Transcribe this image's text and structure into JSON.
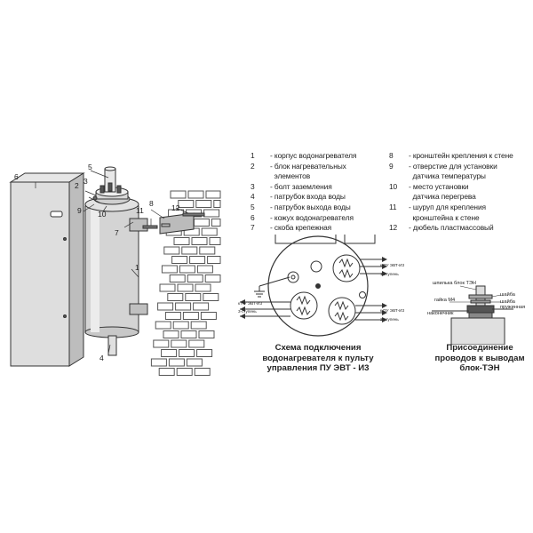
{
  "legend_left": [
    {
      "num": "1",
      "text": "- корпус водонагревателя"
    },
    {
      "num": "2",
      "text": "- блок нагревательных\n  элементов"
    },
    {
      "num": "3",
      "text": "- болт заземления"
    },
    {
      "num": "4",
      "text": "- патрубок входа воды"
    },
    {
      "num": "5",
      "text": "- патрубок выхода воды"
    },
    {
      "num": "6",
      "text": "- кожух водонагревателя"
    },
    {
      "num": "7",
      "text": "- скоба крепежная"
    }
  ],
  "legend_right": [
    {
      "num": "8",
      "text": "- кронштейн крепления к стене"
    },
    {
      "num": "9",
      "text": "- отверстие для установки\n  датчика температуры"
    },
    {
      "num": "10",
      "text": "- место установки\n  датчика перегрева"
    },
    {
      "num": "11",
      "text": "- шуруп для крепления\n  кронштейна к стене"
    },
    {
      "num": "12",
      "text": "- дюбель пластмассовый"
    }
  ],
  "callouts": {
    "c1": "1",
    "c2": "2",
    "c3": "3",
    "c4": "4",
    "c5": "5",
    "c6": "6",
    "c7": "7",
    "c8": "8",
    "c9": "9",
    "c10": "10",
    "c11": "11",
    "c12": "12"
  },
  "scheme_caption": "Схема подключения\nводонагревателя к пульту\nуправления ПУ ЭВТ - И3",
  "terminal_caption": "Присоединение\nпроводов к выводам\nблок-ТЭН",
  "terminal_labels": {
    "stud": "шпилька блок ТЭН",
    "nut": "гайка М4",
    "washer": "шайба",
    "spring_washer": "шайба\nпружинная",
    "lug": "наконечник"
  },
  "scheme_labels": {
    "r1": "к ПУ ЭВТ-И3",
    "r2": "1-ступень",
    "r3": "к ПУ ЭВТ-И3",
    "r4": "2-ступень",
    "l1": "к ПУ ЭВТ-И3",
    "l2": "3-ступень"
  }
}
